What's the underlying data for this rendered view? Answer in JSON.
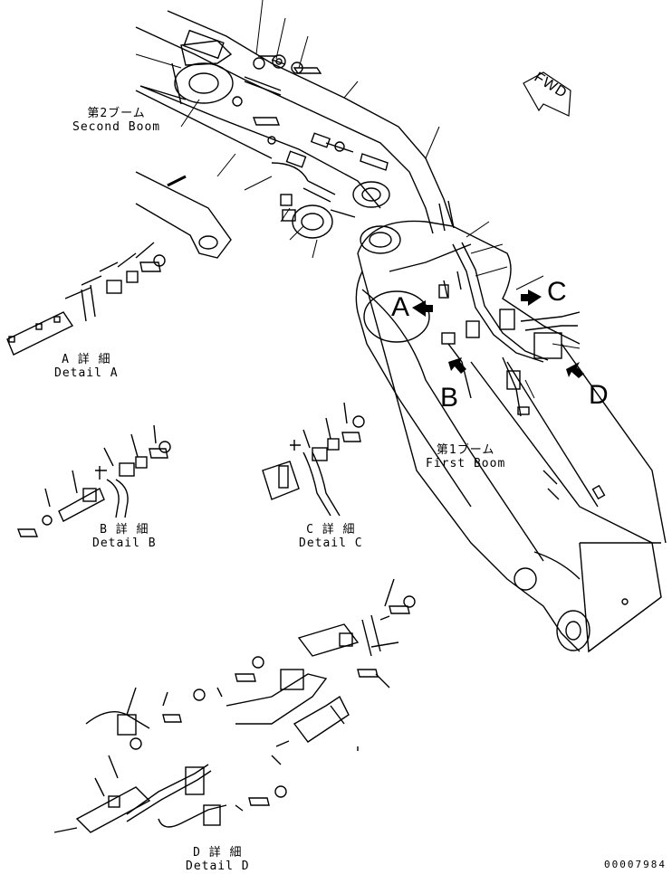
{
  "labels": {
    "second_boom_jp": "第2ブーム",
    "second_boom_en": "Second Boom",
    "first_boom_jp": "第1ブーム",
    "first_boom_en": "First Boom",
    "detail_a_jp": "A 詳 細",
    "detail_a_en": "Detail A",
    "detail_b_jp": "B 詳 細",
    "detail_b_en": "Detail B",
    "detail_c_jp": "C 詳 細",
    "detail_c_en": "Detail C",
    "detail_d_jp": "D 詳 細",
    "detail_d_en": "Detail D"
  },
  "callouts": {
    "a": "A",
    "b": "B",
    "c": "C",
    "d": "D"
  },
  "direction": {
    "fwd": "FWD"
  },
  "document": {
    "number": "00007984"
  },
  "colors": {
    "line": "#000000",
    "background": "#ffffff"
  }
}
